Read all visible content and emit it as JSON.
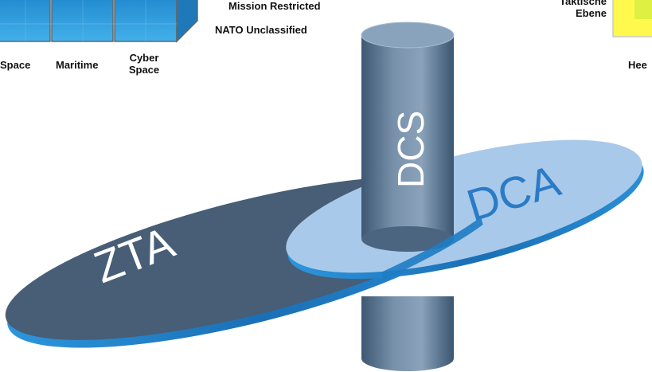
{
  "top_left": {
    "domains": [
      {
        "label": "Space"
      },
      {
        "label": "Maritime"
      },
      {
        "label_line1": "Cyber",
        "label_line2": "Space"
      }
    ],
    "classifications": [
      {
        "label": "Mission Restricted"
      },
      {
        "label": "NATO Unclassified"
      }
    ]
  },
  "top_right": {
    "caption_line1": "Taktische",
    "caption_line2": "Ebene",
    "cut_label": "Hee"
  },
  "shapes": {
    "cylinder_label": "DCS",
    "left_disc_label": "ZTA",
    "right_disc_label": "DCA"
  },
  "colors": {
    "cube_blue": "#2b9ad6",
    "yellow_box": "#fff94d",
    "cylinder": "#5a7590",
    "zta_disc": "#475e76",
    "dca_disc": "#a9c9ea",
    "disc_edge": "#1e7cc4",
    "label_text": "#ffffff"
  }
}
